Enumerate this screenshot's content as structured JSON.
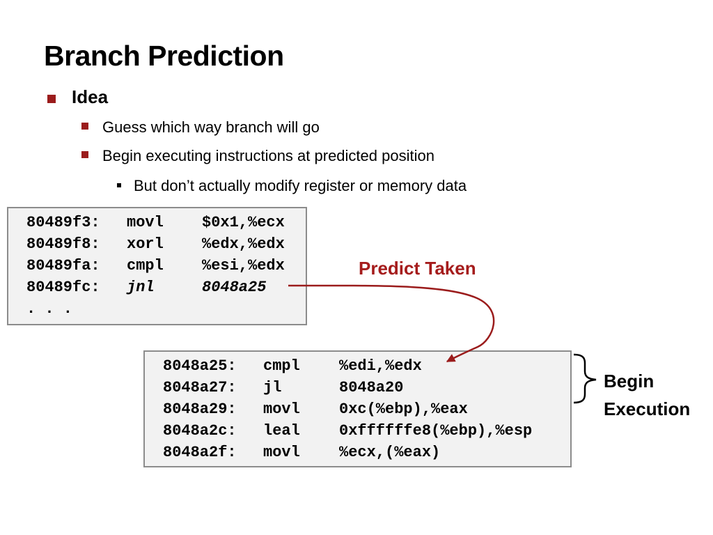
{
  "slide": {
    "title": "Branch Prediction"
  },
  "bullets": {
    "level1": "Idea",
    "level2": [
      "Guess which way branch will go",
      "Begin executing instructions at predicted position"
    ],
    "level3": "But don’t actually modify register or memory data"
  },
  "code_block_1": {
    "lines": [
      {
        "addr": "80489f3:",
        "op": "movl",
        "args": "$0x1,%ecx"
      },
      {
        "addr": "80489f8:",
        "op": "xorl",
        "args": "%edx,%edx"
      },
      {
        "addr": "80489fa:",
        "op": "cmpl",
        "args": "%esi,%edx"
      },
      {
        "addr": "80489fc:",
        "op": "jnl",
        "args": "8048a25"
      },
      {
        "addr": ". . .",
        "op": "",
        "args": ""
      }
    ]
  },
  "code_block_2": {
    "lines": [
      {
        "addr": "8048a25:",
        "op": "cmpl",
        "args": "%edi,%edx"
      },
      {
        "addr": "8048a27:",
        "op": "jl",
        "args": "8048a20"
      },
      {
        "addr": "8048a29:",
        "op": "movl",
        "args": "0xc(%ebp),%eax"
      },
      {
        "addr": "8048a2c:",
        "op": "leal",
        "args": "0xffffffe8(%ebp),%esp"
      },
      {
        "addr": "8048a2f:",
        "op": "movl",
        "args": "%ecx,(%eax)"
      }
    ]
  },
  "annotations": {
    "predict_taken": "Predict Taken",
    "begin_execution": [
      "Begin",
      "Execution"
    ]
  },
  "colors": {
    "accent": "#9b1c1c",
    "annotation_red": "#a51c1c",
    "code_background": "#f2f2f2",
    "code_border": "#8c8c8c"
  }
}
